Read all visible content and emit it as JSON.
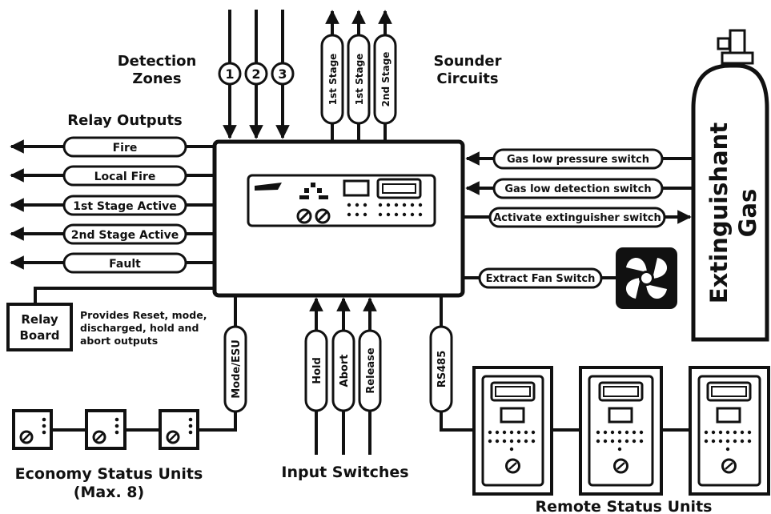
{
  "detection": {
    "title_line1": "Detection",
    "title_line2": "Zones",
    "zones": [
      "1",
      "2",
      "3"
    ]
  },
  "sounder": {
    "title_line1": "Sounder",
    "title_line2": "Circuits",
    "circuits": [
      "1st Stage",
      "1st Stage",
      "2nd Stage"
    ]
  },
  "relay_outputs": {
    "title": "Relay Outputs",
    "items": [
      "Fire",
      "Local Fire",
      "1st Stage Active",
      "2nd Stage Active",
      "Fault"
    ]
  },
  "relay_board": {
    "label_line1": "Relay",
    "label_line2": "Board",
    "note_line1": "Provides Reset, mode,",
    "note_line2": "discharged, hold and",
    "note_line3": "abort outputs"
  },
  "gas_links": {
    "items": [
      "Gas low pressure switch",
      "Gas low detection switch",
      "Activate extinguisher switch"
    ]
  },
  "extinguishant": {
    "line1": "Extinguishant",
    "line2": "Gas"
  },
  "extract_fan": {
    "label": "Extract Fan Switch"
  },
  "mode_esu": {
    "label": "Mode/ESU"
  },
  "input_switches": {
    "title": "Input Switches",
    "items": [
      "Hold",
      "Abort",
      "Release"
    ]
  },
  "rs485": {
    "label": "RS485"
  },
  "economy": {
    "title_line1": "Economy Status Units",
    "title_line2": "(Max. 8)"
  },
  "remote": {
    "title": "Remote Status Units"
  }
}
